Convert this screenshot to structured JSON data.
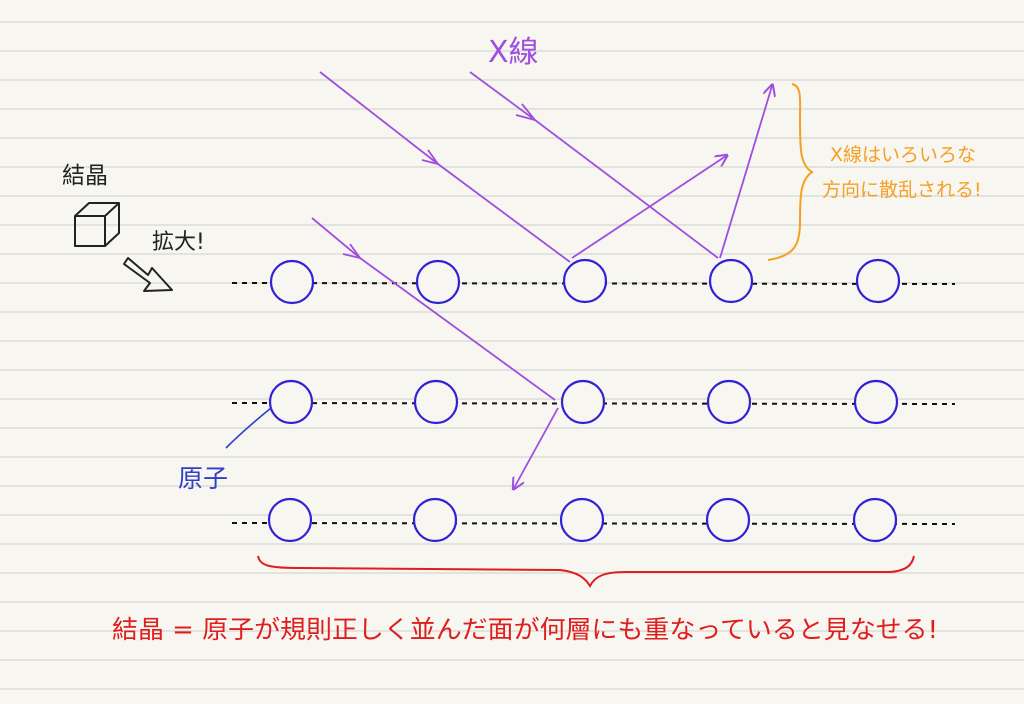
{
  "labels": {
    "xray": "X線",
    "crystal": "結晶",
    "zoom": "拡大!",
    "atom": "原子",
    "scatter_line1": "X線はいろいろな",
    "scatter_line2": "方向に散乱される!",
    "conclusion": "結晶 = 原子が規則正しく並んだ面が何層にも重なっていると見なせる!"
  },
  "colors": {
    "paper": "#f7f6f1",
    "rule_line": "#d6d6d2",
    "ink": "#222222",
    "atom": "#2f22d6",
    "xray": "#a04ee0",
    "note": "#f5a023",
    "conclusion": "#e01e1e",
    "atom_label": "#2f3fc8"
  },
  "diagram": {
    "atom_rows": 3,
    "atoms_per_row": 5
  }
}
